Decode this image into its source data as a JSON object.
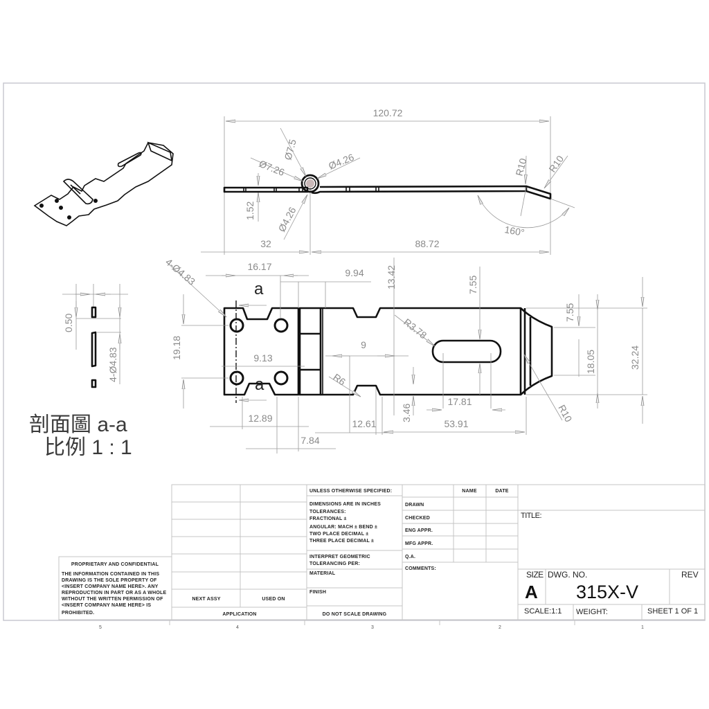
{
  "sheet": {
    "border_color": "#c8c8d0",
    "line_color": "#111111",
    "dimension_color": "#8a8a8a"
  },
  "side_view": {
    "dimensions": {
      "overall_length": "120.72",
      "left_segment": "32",
      "right_segment": "88.72",
      "thickness": "1.52",
      "hinge_outer_dia": "Ø7.5",
      "hinge_mid_dia": "Ø7.26",
      "pin_dia_upper": "Ø4.26",
      "pin_dia_lower": "Ø4.26",
      "bend_radius_inner": "R10",
      "bend_radius_outer": "R10",
      "bend_angle": "160°"
    }
  },
  "top_view": {
    "dimensions": {
      "hole_callout": "4-Ø4.83",
      "hole_spacing_x": "16.17",
      "notch_width_top": "9.94",
      "notch_offset": "13.42",
      "slot_offset_top": "7.55",
      "hole_spacing_y": "19.18",
      "hinge_gap": "9",
      "hole_pitch": "9.13",
      "slot_radius": "R3.78",
      "notch_radius": "R6",
      "left_plate_width": "12.89",
      "notch_width_bottom": "12.61",
      "hinge_width": "7.84",
      "notch_depth": "3.46",
      "slot_length": "17.81",
      "hasp_length": "53.91",
      "end_radius": "R10",
      "tab_upper": "7.55",
      "tab_width": "18.05",
      "overall_width": "32.24"
    },
    "section_marker": "a"
  },
  "section_view": {
    "dimensions": {
      "gap": "0.50",
      "hole_callout": "4-Ø4.83"
    },
    "title_line1": "剖面圖 a-a",
    "title_line2": "比例 1 : 1"
  },
  "title_block": {
    "proprietary_heading": "PROPRIETARY AND CONFIDENTIAL",
    "proprietary_body": [
      "THE INFORMATION CONTAINED IN THIS",
      "DRAWING IS THE SOLE PROPERTY OF",
      "<INSERT COMPANY NAME HERE>. ANY",
      "REPRODUCTION IN PART OR AS A WHOLE",
      "WITHOUT THE WRITTEN PERMISSION OF",
      "<INSERT COMPANY NAME HERE> IS",
      "PROHIBITED."
    ],
    "next_assy": "NEXT ASSY",
    "used_on": "USED ON",
    "application": "APPLICATION",
    "unless_specified": "UNLESS OTHERWISE SPECIFIED:",
    "tolerance_lines": [
      "DIMENSIONS ARE IN INCHES",
      "TOLERANCES:",
      "FRACTIONAL ±",
      "ANGULAR: MACH ±    BEND ±",
      "TWO PLACE DECIMAL   ±",
      "THREE PLACE DECIMAL ±"
    ],
    "interpret": [
      "INTERPRET GEOMETRIC",
      "TOLERANCING PER:"
    ],
    "material": "MATERIAL",
    "finish": "FINISH",
    "do_not_scale": "DO NOT SCALE DRAWING",
    "name_header": "NAME",
    "date_header": "DATE",
    "roles": [
      "DRAWN",
      "CHECKED",
      "ENG APPR.",
      "MFG APPR.",
      "Q.A."
    ],
    "comments": "COMMENTS:",
    "title_label": "TITLE:",
    "size_label": "SIZE",
    "size_value": "A",
    "dwg_no_label": "DWG.  NO.",
    "dwg_no_value": "315X-V",
    "rev_label": "REV",
    "scale": "SCALE:1:1",
    "weight": "WEIGHT:",
    "sheet": "SHEET 1 OF 1"
  },
  "zone_marks": [
    "5",
    "4",
    "3",
    "2",
    "1"
  ]
}
